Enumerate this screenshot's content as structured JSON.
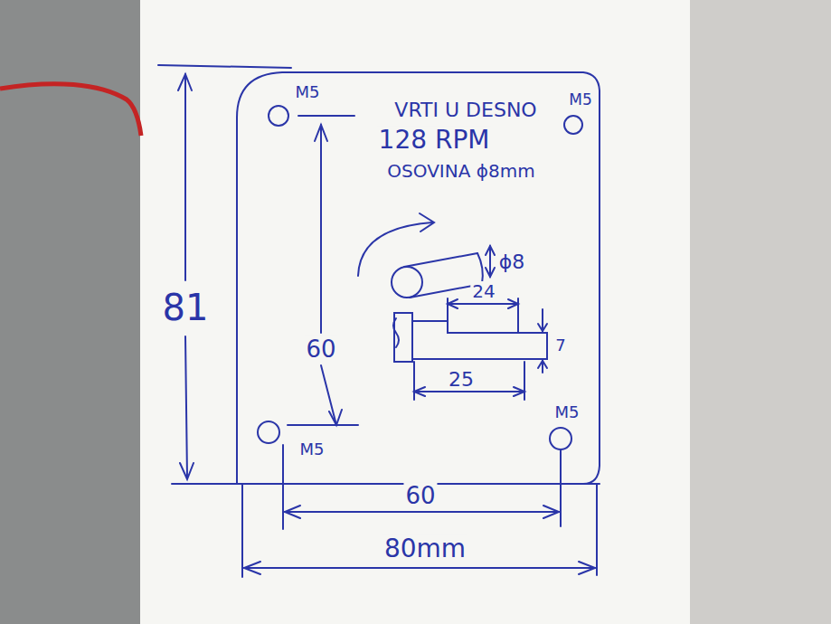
{
  "diagram": {
    "labels": [
      "M5",
      "VRTI U DESNO",
      "M5",
      "128 RPM",
      "OSOVINA ϕ8mm",
      "ϕ8",
      "81",
      "24",
      "60",
      "7",
      "25",
      "M5",
      "M5",
      "60",
      "80mm"
    ]
  }
}
